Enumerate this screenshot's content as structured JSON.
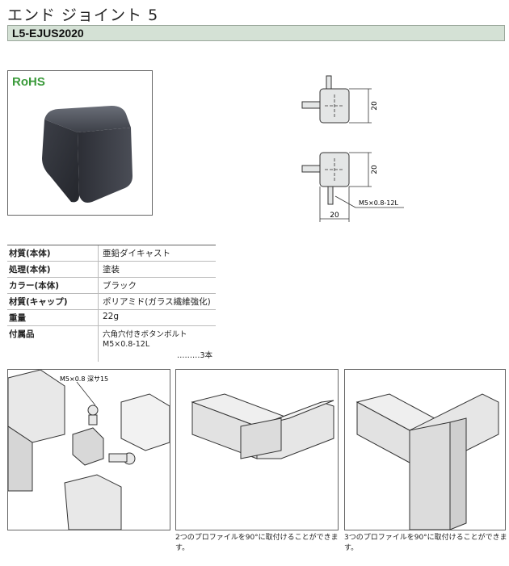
{
  "title": "エンド ジョイント 5",
  "part_code": "L5-EJUS2020",
  "rohs_label": "RoHS",
  "drawing": {
    "dim_height_top": "20",
    "dim_height_bottom": "20",
    "dim_width": "20",
    "bolt_callout": "M5×0.8-12L"
  },
  "specs": [
    {
      "key": "材質(本体)",
      "value": "亜鉛ダイキャスト"
    },
    {
      "key": "処理(本体)",
      "value": "塗装"
    },
    {
      "key": "カラー(本体)",
      "value": "ブラック"
    },
    {
      "key": "材質(キャップ)",
      "value": "ポリアミド(ガラス繊維強化)"
    },
    {
      "key": "重量",
      "value": "22g"
    },
    {
      "key": "付属品",
      "value": "六角穴付きボタンボルト M5×0.8-12L",
      "value2": "………3本"
    }
  ],
  "assembly_callout": "M5×0.8 深サ15",
  "captions": {
    "two_profiles": "2つのプロファイルを90°に取付けることができます。",
    "three_profiles": "3つのプロファイルを90°に取付けることができます。"
  }
}
